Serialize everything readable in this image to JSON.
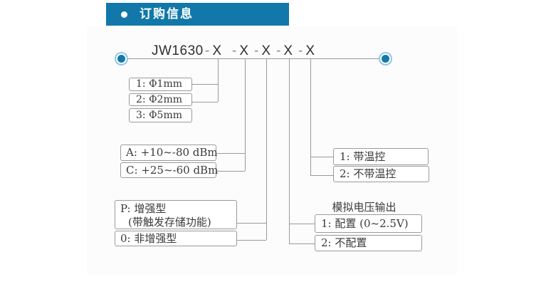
{
  "header": {
    "bullet": "●",
    "title": "订购信息",
    "bar_color": "#1178a9"
  },
  "model": {
    "name": "JW1630",
    "separator": "-",
    "placeholders": [
      "X",
      "X",
      "X",
      "X",
      "X"
    ]
  },
  "boxes": {
    "fiber1": "1: Φ1mm",
    "fiber2": "2: Φ2mm",
    "fiber3": "3: Φ5mm",
    "rangeA": "A: +10~-80 dBm",
    "rangeC": "C: +25~-60 dBm",
    "typeP_line1": "P: 增强型",
    "typeP_line2": "(带触发存储功能)",
    "type0": "0: 非增强型",
    "temp1": "1: 带温控",
    "temp2": "2: 不带温控",
    "analog_title": "模拟电压输出",
    "analog1": "1: 配置 (0~2.5V)",
    "analog2": "2: 不配置"
  },
  "colors": {
    "line": "#9a9a9a",
    "accent_blue": "#1478aa",
    "circle_ring": "#8cc8e2",
    "text": "#3a3a3a"
  }
}
